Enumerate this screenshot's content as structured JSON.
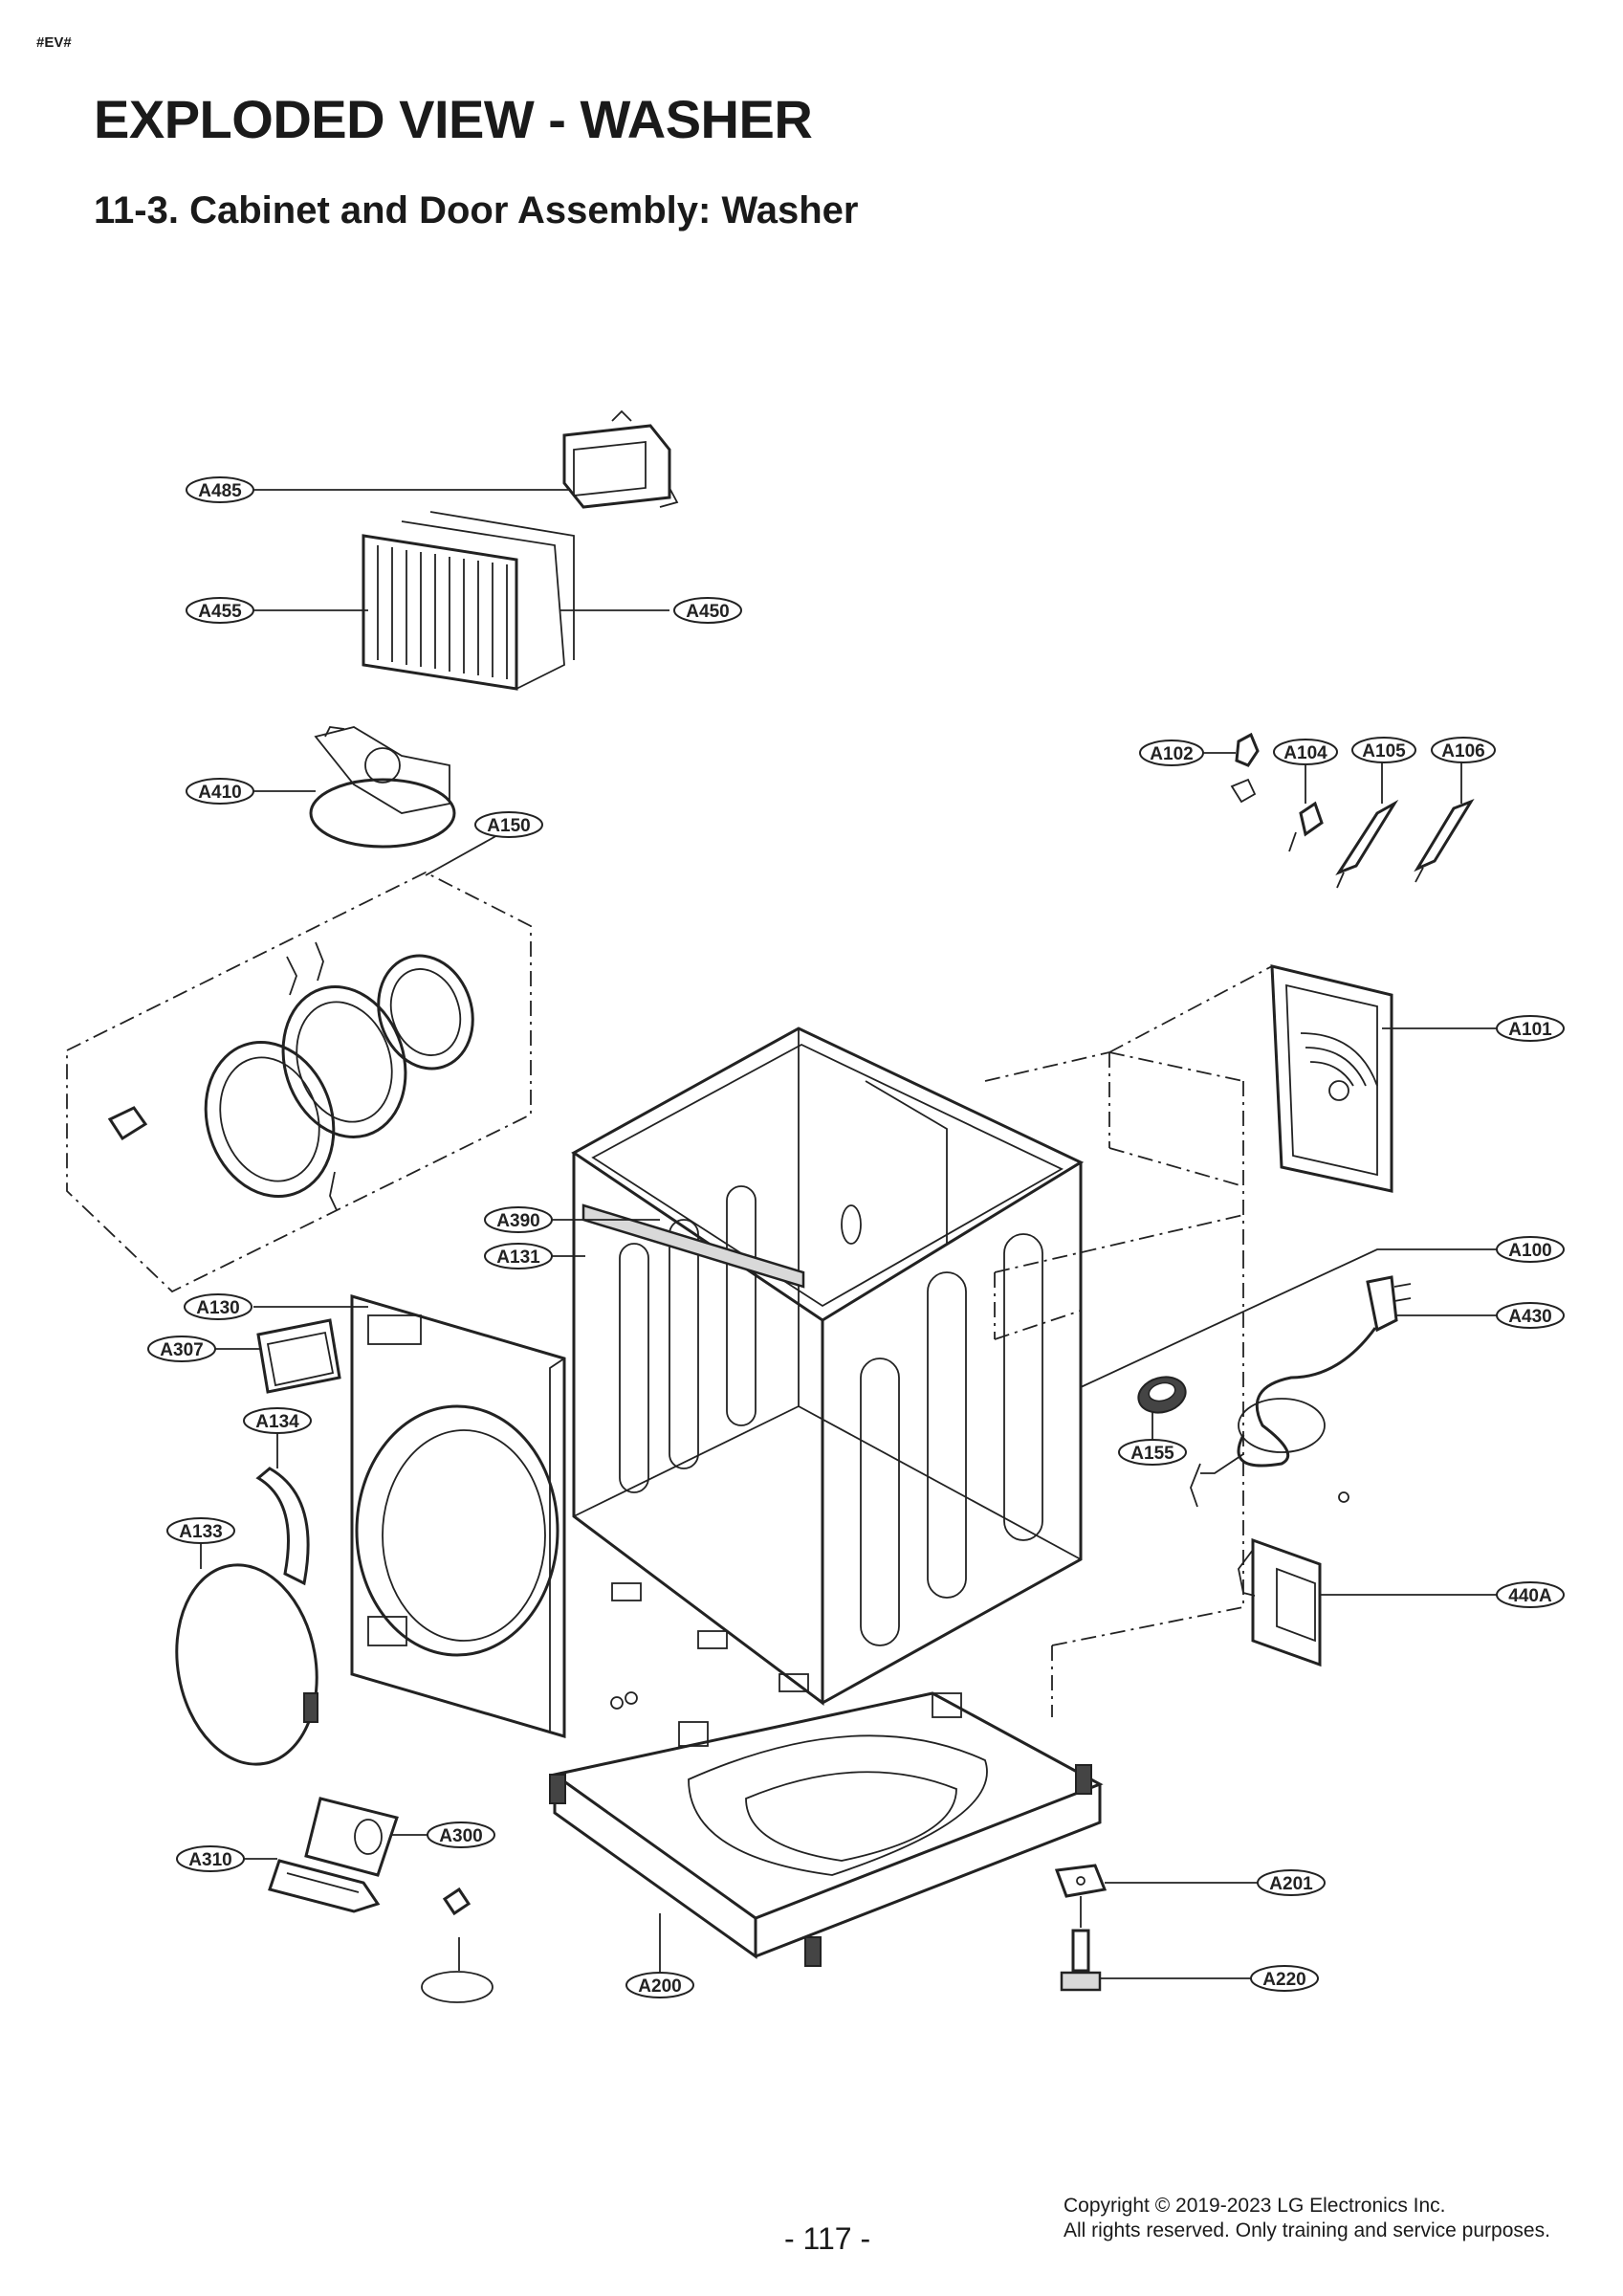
{
  "header": {
    "tag": "#EV#",
    "title": "EXPLODED VIEW - WASHER",
    "subtitle": "11-3. Cabinet and Door Assembly: Washer"
  },
  "callouts": {
    "a485": "A485",
    "a455": "A455",
    "a450": "A450",
    "a410": "A410",
    "a150": "A150",
    "a102": "A102",
    "a104": "A104",
    "a105": "A105",
    "a106": "A106",
    "a101": "A101",
    "a390": "A390",
    "a131": "A131",
    "a100": "A100",
    "a130": "A130",
    "a430": "A430",
    "a307": "A307",
    "a134": "A134",
    "a155": "A155",
    "a133": "A133",
    "a440": "440A",
    "a300": "A300",
    "a310": "A310",
    "a201": "A201",
    "a200": "A200",
    "a220": "A220"
  },
  "footer": {
    "page_number": "- 117 -",
    "copyright": "Copyright © 2019-2023 LG Electronics Inc.",
    "rights": "All rights reserved. Only training and service purposes."
  }
}
